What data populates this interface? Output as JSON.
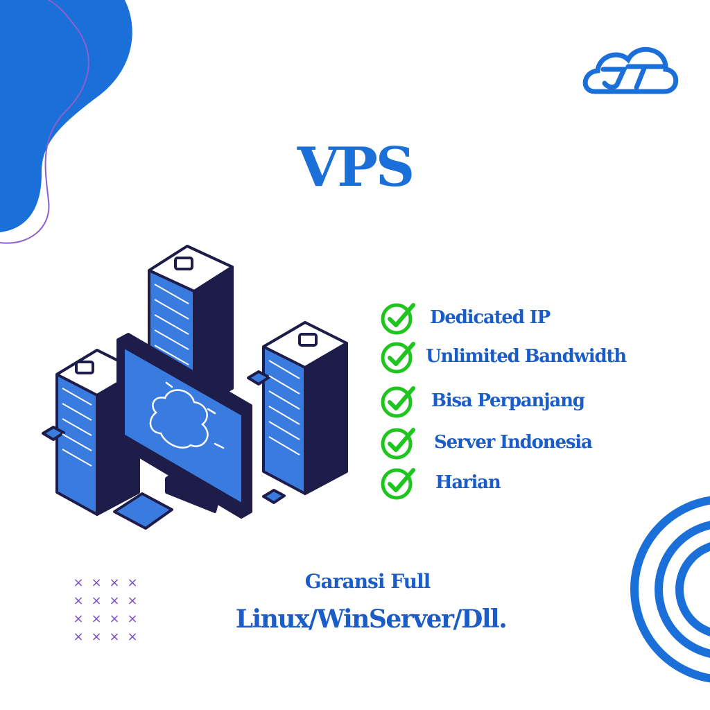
{
  "logo": {
    "text": "JT",
    "icon": "cloud-logo-icon",
    "color": "#1b6fd8"
  },
  "title": "VPS",
  "features": [
    {
      "label": "Dedicated IP",
      "icon": "check-circle-icon"
    },
    {
      "label": "Unlimited Bandwidth",
      "icon": "check-circle-icon"
    },
    {
      "label": "Bisa Perpanjang",
      "icon": "check-circle-icon"
    },
    {
      "label": "Server Indonesia",
      "icon": "check-circle-icon"
    },
    {
      "label": "Harian",
      "icon": "check-circle-icon"
    }
  ],
  "footer": {
    "line1": "Garansi Full",
    "line2": "Linux/WinServer/Dll."
  },
  "colors": {
    "primary_blue": "#1b6fd8",
    "text_blue": "#1c5cc6",
    "check_green": "#1fc51f",
    "navy": "#1e1d4a",
    "accent_purple": "#7b4fc8"
  },
  "illustration": {
    "icon": "server-cloud-illustration"
  },
  "decorations": {
    "blob": "blue-blob-shape",
    "rings": "concentric-rings-shape",
    "pattern": "x-pattern-shape"
  }
}
